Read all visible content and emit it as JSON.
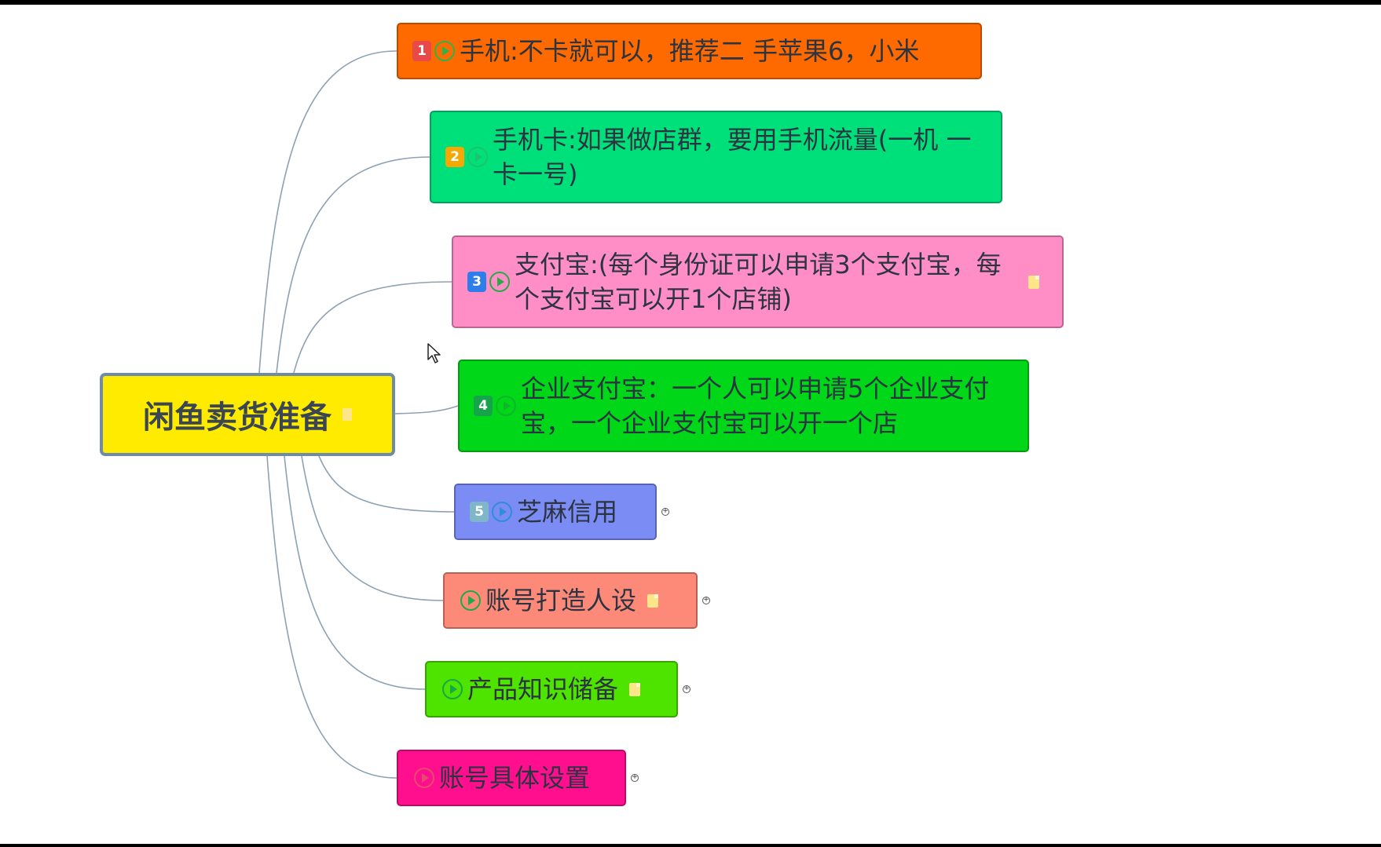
{
  "root": {
    "title": "闲鱼卖货准备",
    "color": "#ffeb00"
  },
  "branches": [
    {
      "index": "1",
      "text": "手机:不卡就可以，推荐二 手苹果6，小米",
      "bg": "#ff6a00",
      "badge": "#e84a4a",
      "play": "#2fb24a",
      "note": false,
      "expand": false
    },
    {
      "index": "2",
      "text": "手机卡:如果做店群，要用手机流量(一机 一卡一号)",
      "bg": "#00e07a",
      "badge": "#f5a800",
      "play": "#1fc46a",
      "note": false,
      "expand": false
    },
    {
      "index": "3",
      "text": "支付宝:(每个身份证可以申请3个支付宝，每个支付宝可以开1个店铺)",
      "bg": "#ff8ec7",
      "badge": "#2f7de8",
      "play": "#2aa84a",
      "note": true,
      "expand": false
    },
    {
      "index": "4",
      "text": "企业支付宝：一个人可以申请5个企业支付宝，一个企业支付宝可以开一个店",
      "bg": "#00d718",
      "badge": "#16a34a",
      "play": "#0fb52a",
      "note": false,
      "expand": false
    },
    {
      "index": "5",
      "text": "芝麻信用",
      "bg": "#7b8cf5",
      "badge": "#7fb7c8",
      "play": "#2d8fd6",
      "note": false,
      "expand": true
    },
    {
      "index": "",
      "text": "账号打造人设",
      "bg": "#fd8a78",
      "badge": "",
      "play": "#22a84a",
      "note": true,
      "expand": true
    },
    {
      "index": "",
      "text": "产品知识储备",
      "bg": "#4ee400",
      "badge": "",
      "play": "#13a84a",
      "note": true,
      "expand": true
    },
    {
      "index": "",
      "text": "账号具体设置",
      "bg": "#ff0f8e",
      "badge": "",
      "play": "#e64a70",
      "note": false,
      "expand": true
    }
  ]
}
